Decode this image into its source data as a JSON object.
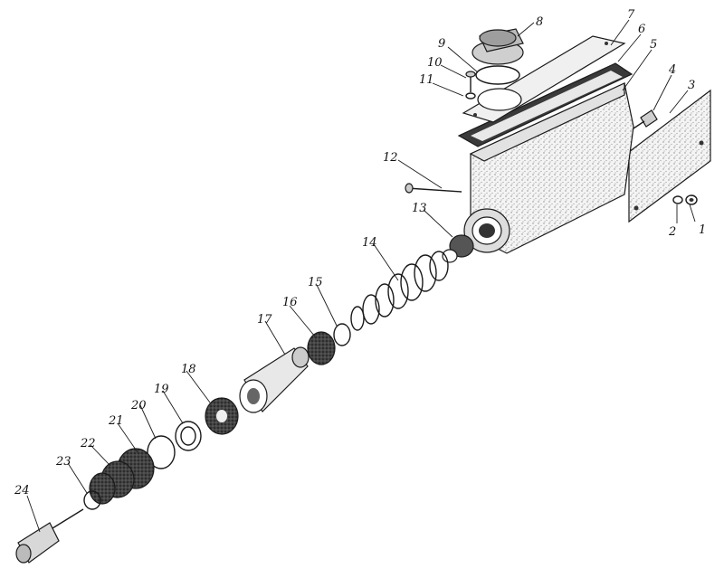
{
  "callouts": [
    "1",
    "2",
    "3",
    "4",
    "5",
    "6",
    "7",
    "8",
    "9",
    "10",
    "11",
    "12",
    "13",
    "14",
    "15",
    "16",
    "17",
    "18",
    "19",
    "20",
    "21",
    "22",
    "23",
    "24"
  ],
  "colors": {
    "ink": "#1a1a1a",
    "paper": "#ffffff",
    "shade": "#bdbdbd",
    "dark": "#2b2b2b"
  }
}
